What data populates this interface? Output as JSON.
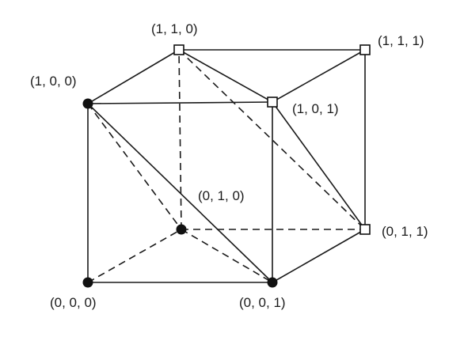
{
  "diagram": {
    "vertices": [
      {
        "id": "v000",
        "label": "(0, 0, 0)",
        "marker": "filled"
      },
      {
        "id": "v001",
        "label": "(0, 0, 1)",
        "marker": "filled"
      },
      {
        "id": "v010",
        "label": "(0, 1, 0)",
        "marker": "filled"
      },
      {
        "id": "v100",
        "label": "(1, 0, 0)",
        "marker": "filled"
      },
      {
        "id": "v110",
        "label": "(1, 1, 0)",
        "marker": "open"
      },
      {
        "id": "v111",
        "label": "(1, 1, 1)",
        "marker": "open"
      },
      {
        "id": "v101",
        "label": "(1, 0, 1)",
        "marker": "open"
      },
      {
        "id": "v011",
        "label": "(0, 1, 1)",
        "marker": "open"
      }
    ],
    "edges": [
      {
        "from": "v000",
        "to": "v001",
        "style": "solid"
      },
      {
        "from": "v000",
        "to": "v100",
        "style": "solid"
      },
      {
        "from": "v100",
        "to": "v110",
        "style": "solid"
      },
      {
        "from": "v100",
        "to": "v101",
        "style": "solid"
      },
      {
        "from": "v110",
        "to": "v111",
        "style": "solid"
      },
      {
        "from": "v110",
        "to": "v101",
        "style": "solid"
      },
      {
        "from": "v101",
        "to": "v111",
        "style": "solid"
      },
      {
        "from": "v111",
        "to": "v011",
        "style": "solid"
      },
      {
        "from": "v101",
        "to": "v001",
        "style": "solid"
      },
      {
        "from": "v001",
        "to": "v011",
        "style": "solid"
      },
      {
        "from": "v100",
        "to": "v001",
        "style": "solid"
      },
      {
        "from": "v101",
        "to": "v011",
        "style": "solid"
      },
      {
        "from": "v000",
        "to": "v010",
        "style": "dashed"
      },
      {
        "from": "v010",
        "to": "v110",
        "style": "dashed"
      },
      {
        "from": "v010",
        "to": "v011",
        "style": "dashed"
      },
      {
        "from": "v100",
        "to": "v010",
        "style": "dashed"
      },
      {
        "from": "v010",
        "to": "v001",
        "style": "dashed"
      },
      {
        "from": "v110",
        "to": "v011",
        "style": "dashed"
      }
    ]
  }
}
